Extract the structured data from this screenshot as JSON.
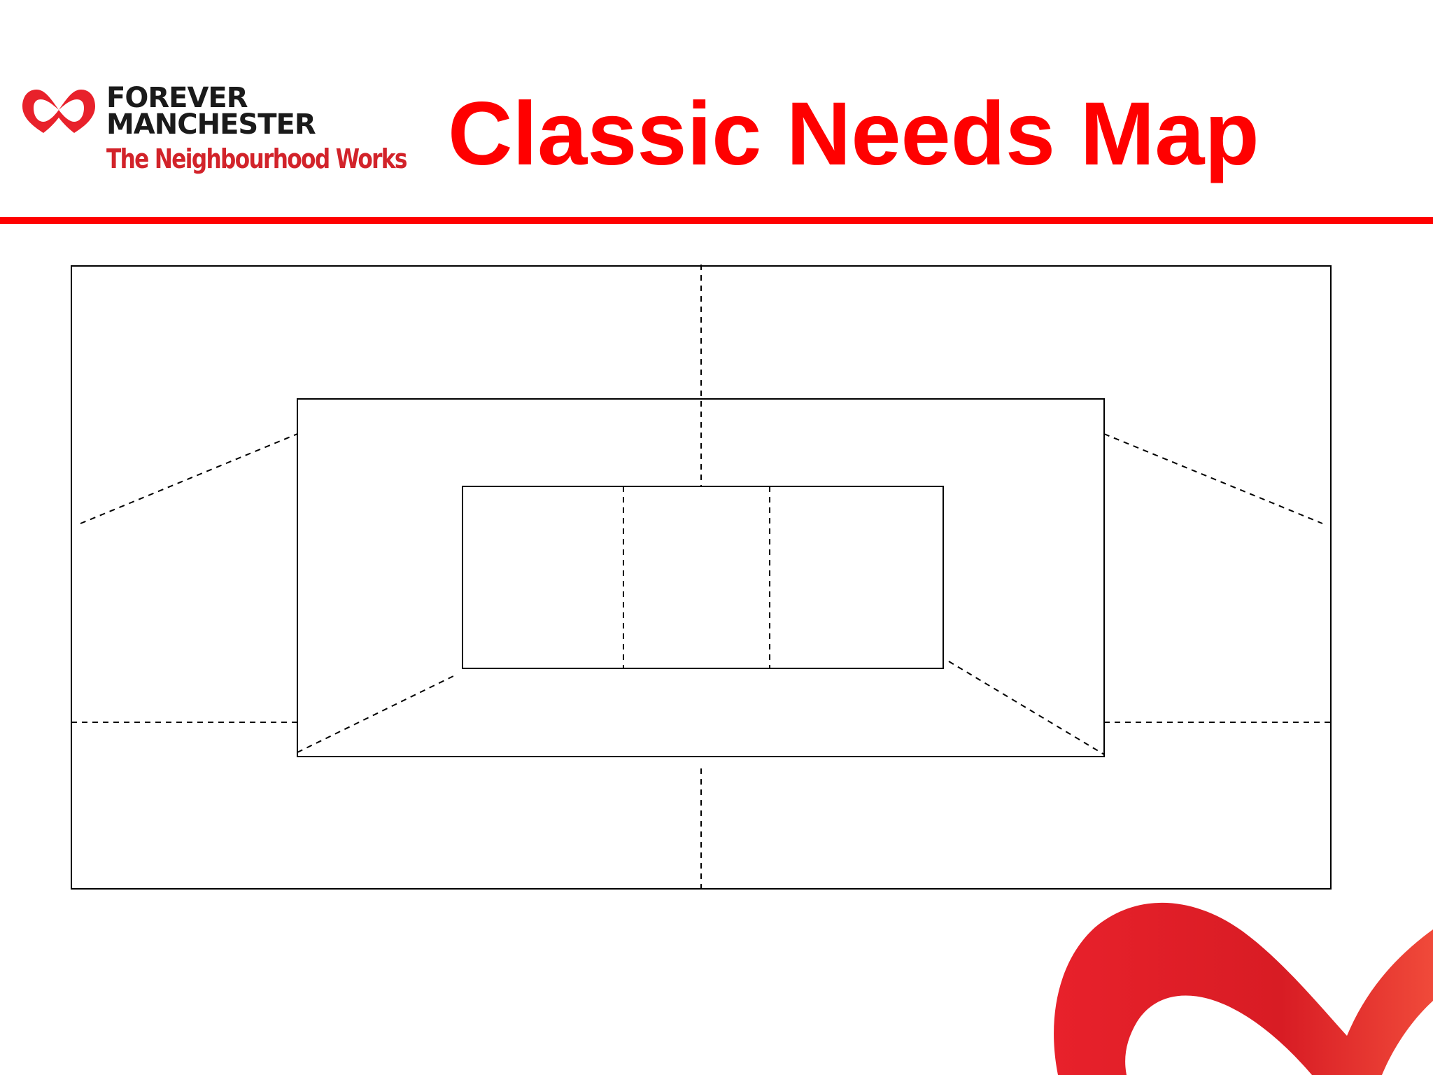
{
  "header": {
    "logo": {
      "line1": "FOREVER",
      "line2": "MANCHESTER",
      "tagline": "The Neighbourhood Works",
      "icon": "infinity-heart-icon"
    },
    "title": "Classic Needs Map"
  },
  "colors": {
    "brand_red": "#ff0000",
    "logo_red": "#d2232a",
    "heart_red": "#e8212b",
    "line": "#000000",
    "background": "#ffffff"
  },
  "decorations": {
    "corner_icon": "heart-swoosh-icon"
  }
}
